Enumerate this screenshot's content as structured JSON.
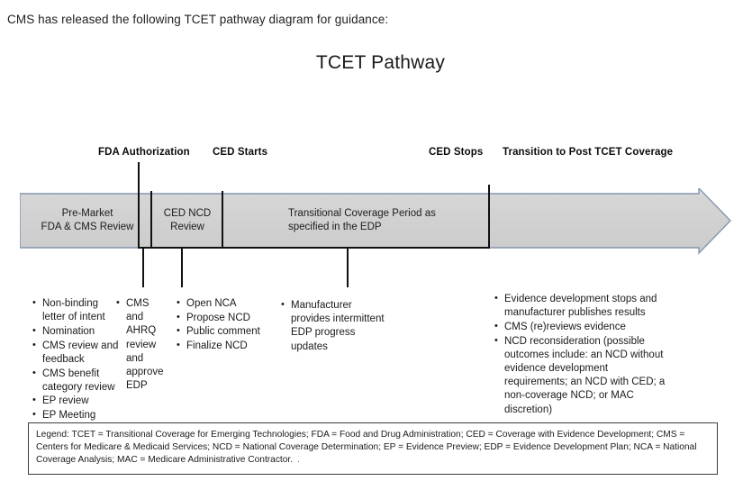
{
  "intro": {
    "text": "CMS has released the following TCET pathway diagram for guidance:"
  },
  "diagram": {
    "title": "TCET Pathway",
    "milestones": [
      {
        "id": "fda-authorization",
        "label": "FDA Authorization"
      },
      {
        "id": "ced-starts",
        "label": "CED Starts"
      },
      {
        "id": "ced-stops",
        "label": "CED Stops"
      },
      {
        "id": "transition-post-tcet",
        "label": "Transition to Post TCET Coverage"
      }
    ],
    "phases": [
      {
        "id": "pre-market",
        "label": "Pre-Market\nFDA & CMS Review"
      },
      {
        "id": "ced-ncd-review",
        "label": "CED NCD\nReview"
      },
      {
        "id": "transitional-coverage",
        "label": "Transitional Coverage Period as\nspecified in the EDP"
      }
    ],
    "bullet_columns": [
      {
        "id": "pre-market-activities",
        "items": [
          "Non-binding letter of intent",
          "Nomination",
          "CMS review and feedback",
          "CMS benefit category review",
          "EP review",
          "EP Meeting"
        ]
      },
      {
        "id": "fda-authorization-activities",
        "items": [
          "CMS and AHRQ review and approve EDP"
        ]
      },
      {
        "id": "ced-ncd-activities",
        "items": [
          "Open NCA",
          "Propose NCD",
          "Public comment",
          "Finalize NCD"
        ]
      },
      {
        "id": "transitional-coverage-activities",
        "items": [
          "Manufacturer provides intermittent EDP progress updates"
        ]
      },
      {
        "id": "post-tcet-activities",
        "items": [
          "Evidence development stops and manufacturer publishes results",
          "CMS (re)reviews evidence",
          "NCD reconsideration (possible outcomes include: an NCD without evidence development requirements; an NCD with CED; a non-coverage NCD; or MAC discretion)"
        ]
      }
    ],
    "legend": {
      "label": "Legend:",
      "text": "Legend:  TCET = Transitional Coverage for Emerging Technologies; FDA = Food and Drug Administration; CED = Coverage with Evidence Development; CMS = Centers for Medicare & Medicaid Services; NCD = National Coverage Determination; EP = Evidence Preview; EDP = Evidence Development Plan; NCA = National Coverage Analysis; MAC = Medicare Administrative Contractor.",
      "stray_mark": "."
    },
    "colors": {
      "bar_fill": "#d2d2d2",
      "bar_border": "#8496b0",
      "line": "#111111",
      "text": "#1a1a1a"
    }
  }
}
